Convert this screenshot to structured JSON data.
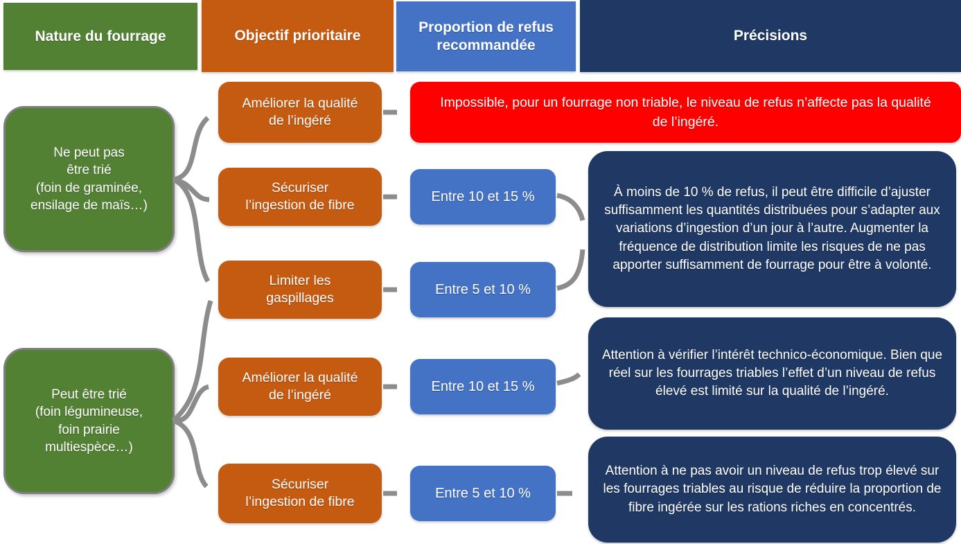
{
  "header": {
    "nature": "Nature du fourrage",
    "objectif": "Objectif prioritaire",
    "proportion": "Proportion de refus\nrecommandée",
    "precisions": "Précisions"
  },
  "fourrages": [
    {
      "id": "ne-peut-pas-etre-trie",
      "label": "Ne peut pas\nêtre trié\n(foin de graminée,\nensilage de maïs…)"
    },
    {
      "id": "peut-etre-trie",
      "label": "Peut être trié\n(foin légumineuse,\nfoin prairie\nmultiespèce…)"
    }
  ],
  "objectifs": [
    {
      "id": "ameliorer-qualite-ingere-1",
      "label": "Améliorer la qualité\nde l’ingéré"
    },
    {
      "id": "securiser-ingestion-fibre-1",
      "label": "Sécuriser\nl’ingestion de fibre"
    },
    {
      "id": "limiter-gaspillages",
      "label": "Limiter les\ngaspillages"
    },
    {
      "id": "ameliorer-qualite-ingere-2",
      "label": "Améliorer la qualité\nde l’ingéré"
    },
    {
      "id": "securiser-ingestion-fibre-2",
      "label": "Sécuriser\nl’ingestion de fibre"
    }
  ],
  "proportions": [
    {
      "id": "entre-10-15-1",
      "label": "Entre 10 et 15 %"
    },
    {
      "id": "entre-5-10-1",
      "label": "Entre 5 et 10 %"
    },
    {
      "id": "entre-10-15-2",
      "label": "Entre 10 et 15 %"
    },
    {
      "id": "entre-5-10-2",
      "label": "Entre 5 et 10 %"
    }
  ],
  "precisions": [
    {
      "id": "precision-impossible",
      "type": "alerte-rouge",
      "text": "Impossible, pour un fourrage non triable, le niveau de refus n’affecte pas la qualité de l’ingéré."
    },
    {
      "id": "precision-moins-de-10",
      "type": "note",
      "text": "À moins de 10 % de refus, il peut être difficile d’ajuster suffisamment les quantités distribuées pour s’adapter aux variations d’ingestion d’un jour à l’autre. Augmenter la fréquence de distribution limite les risques de ne pas apporter suffisamment de fourrage pour être à volonté."
    },
    {
      "id": "precision-technico-economique",
      "type": "note",
      "text": "Attention à vérifier l’intérêt technico-économique. Bien que réel sur les fourrages triables l’effet d’un niveau de refus élevé est limité sur la qualité de l’ingéré."
    },
    {
      "id": "precision-refus-trop-eleve",
      "type": "note",
      "text": "Attention à ne pas avoir un niveau de refus trop élevé sur les fourrages triables au risque de réduire la proportion de fibre ingérée sur les rations riches en concentrés."
    }
  ],
  "connections": [
    {
      "from": "ne-peut-pas-etre-trie",
      "to": "ameliorer-qualite-ingere-1"
    },
    {
      "from": "ne-peut-pas-etre-trie",
      "to": "securiser-ingestion-fibre-1"
    },
    {
      "from": "ne-peut-pas-etre-trie",
      "to": "limiter-gaspillages"
    },
    {
      "from": "peut-etre-trie",
      "to": "limiter-gaspillages"
    },
    {
      "from": "peut-etre-trie",
      "to": "ameliorer-qualite-ingere-2"
    },
    {
      "from": "peut-etre-trie",
      "to": "securiser-ingestion-fibre-2"
    },
    {
      "from": "ameliorer-qualite-ingere-1",
      "to": "precision-impossible"
    },
    {
      "from": "securiser-ingestion-fibre-1",
      "to": "entre-10-15-1"
    },
    {
      "from": "limiter-gaspillages",
      "to": "entre-5-10-1"
    },
    {
      "from": "ameliorer-qualite-ingere-2",
      "to": "entre-10-15-2"
    },
    {
      "from": "securiser-ingestion-fibre-2",
      "to": "entre-5-10-2"
    },
    {
      "from": "entre-10-15-1",
      "to": "precision-moins-de-10"
    },
    {
      "from": "entre-5-10-1",
      "to": "precision-moins-de-10"
    },
    {
      "from": "entre-10-15-2",
      "to": "precision-technico-economique"
    },
    {
      "from": "entre-5-10-2",
      "to": "precision-refus-trop-eleve"
    }
  ],
  "colors": {
    "green": "#538134",
    "orange": "#C55A11",
    "blue": "#4472C4",
    "navy": "#1F3864",
    "red": "#FE0000",
    "arrow": "#8C8C8C",
    "border_gray": "#7F7F7F",
    "text": "#FFFFFF"
  }
}
